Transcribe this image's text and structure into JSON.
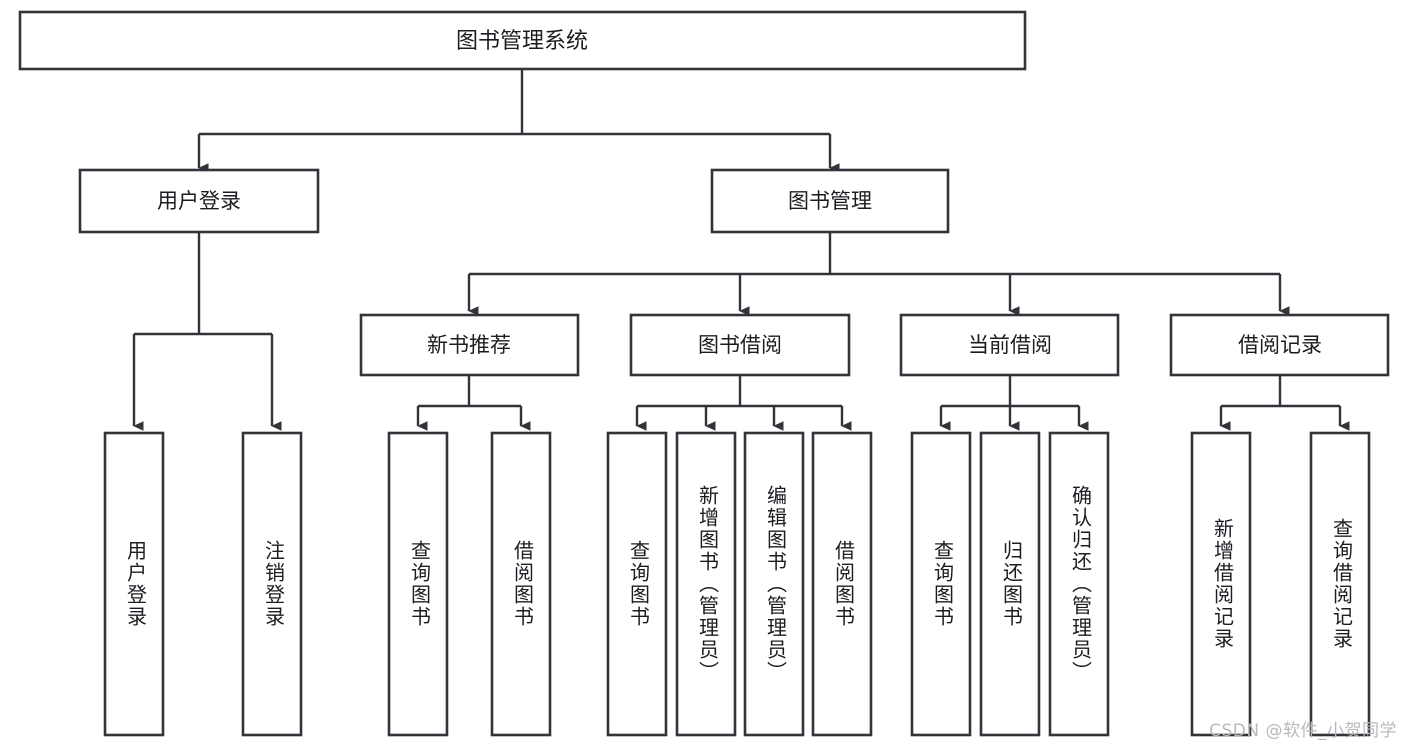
{
  "diagram": {
    "title": "图书管理系统",
    "type": "tree-hierarchy-flowchart",
    "colors": {
      "box_fill": "#ffffff",
      "box_stroke": "#33333a",
      "text": "#1c1c22",
      "watermark": "#b9b9bd",
      "background": "#ffffff"
    },
    "root": {
      "label": "图书管理系统"
    },
    "level2": [
      {
        "label": "用户登录"
      },
      {
        "label": "图书管理"
      }
    ],
    "level3": [
      {
        "label": "新书推荐"
      },
      {
        "label": "图书借阅"
      },
      {
        "label": "当前借阅"
      },
      {
        "label": "借阅记录"
      }
    ],
    "leaves": {
      "user_login": [
        {
          "label": "用户登录"
        },
        {
          "label": "注销登录"
        }
      ],
      "new_book_recommend": [
        {
          "label": "查询图书"
        },
        {
          "label": "借阅图书"
        }
      ],
      "book_borrow": [
        {
          "label": "查询图书"
        },
        {
          "label": "新增图书（管理员）"
        },
        {
          "label": "编辑图书（管理员）"
        },
        {
          "label": "借阅图书"
        }
      ],
      "current_borrow": [
        {
          "label": "查询图书"
        },
        {
          "label": "归还图书"
        },
        {
          "label": "确认归还（管理员）"
        }
      ],
      "borrow_record": [
        {
          "label": "新增借阅记录"
        },
        {
          "label": "查询借阅记录"
        }
      ]
    }
  },
  "watermark": {
    "text": "CSDN @软件_小贺同学"
  }
}
